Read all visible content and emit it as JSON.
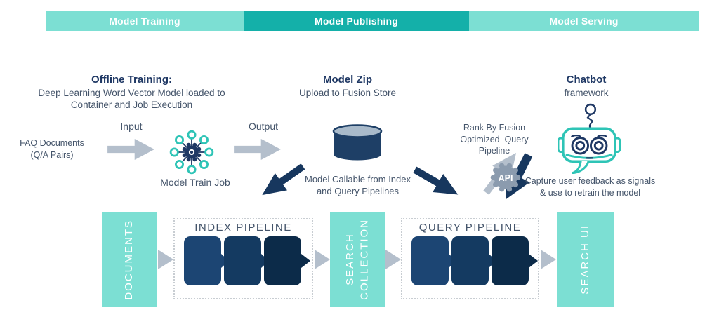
{
  "header": {
    "phases": [
      {
        "label": "Model Training"
      },
      {
        "label": "Model Publishing"
      },
      {
        "label": "Model Serving"
      }
    ]
  },
  "training": {
    "title": "Offline Training:",
    "subtitle": "Deep Learning Word Vector Model loaded to\nContainer and Job Execution",
    "faq_label": "FAQ Documents\n(Q/A Pairs)",
    "input_label": "Input",
    "output_label": "Output",
    "train_job_label": "Model Train Job"
  },
  "publishing": {
    "title": "Model Zip",
    "subtitle": "Upload to Fusion Store",
    "callable_note": "Model Callable from Index\nand Query Pipelines",
    "rank_note": "Rank By Fusion\nOptimized  Query\nPipeline",
    "api_label": "API"
  },
  "serving": {
    "title": "Chatbot",
    "subtitle": "framework",
    "feedback_note": "Capture user feedback as signals\n& use to retrain the model"
  },
  "pipeline_row": {
    "documents_label": "DOCUMENTS",
    "index_pipeline_label": "INDEX PIPELINE",
    "search_collection_label": "SEARCH\nCOLLECTION",
    "query_pipeline_label": "QUERY PIPELINE",
    "search_ui_label": "SEARCH UI"
  },
  "colors": {
    "teal_light": "#7CDFD3",
    "teal_dark": "#14B0A9",
    "teal_icon": "#2EC4B6",
    "navy_text": "#1F3864",
    "navy_arrow": "#17375E",
    "block_navy_1": "#1C4573",
    "block_navy_2": "#143A61",
    "block_navy_3": "#0C2B49",
    "gray_arrow": "#B4BFCC",
    "gray_gear": "#8B9BAE",
    "body_text": "#44546A"
  }
}
